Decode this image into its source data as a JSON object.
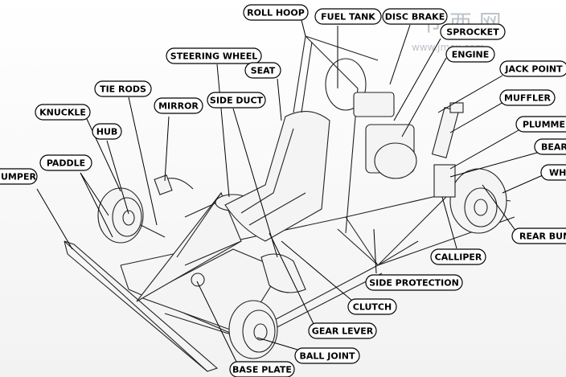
{
  "watermark": {
    "title": "节 西 网",
    "url": "www.jmox.com"
  },
  "labels": [
    {
      "id": "roll-hoop",
      "text": "ROLL HOOP"
    },
    {
      "id": "fuel-tank",
      "text": "FUEL TANK"
    },
    {
      "id": "disc-brake",
      "text": "DISC BRAKE"
    },
    {
      "id": "sprocket",
      "text": "SPROCKET"
    },
    {
      "id": "engine",
      "text": "ENGINE"
    },
    {
      "id": "steering-wheel",
      "text": "STEERING WHEEL"
    },
    {
      "id": "seat",
      "text": "SEAT"
    },
    {
      "id": "jack-point",
      "text": "JACK POINT"
    },
    {
      "id": "tie-rods",
      "text": "TIE RODS"
    },
    {
      "id": "mirror",
      "text": "MIRROR"
    },
    {
      "id": "side-duct",
      "text": "SIDE DUCT"
    },
    {
      "id": "muffler",
      "text": "MUFFLER"
    },
    {
      "id": "knuckle",
      "text": "KNUCKLE"
    },
    {
      "id": "hub",
      "text": "HUB"
    },
    {
      "id": "plummer",
      "text": "PLUMMER"
    },
    {
      "id": "bearing",
      "text": "BEAR"
    },
    {
      "id": "paddle",
      "text": "PADDLE"
    },
    {
      "id": "wheel",
      "text": "WH"
    },
    {
      "id": "front-bumper",
      "text": "UMPER"
    },
    {
      "id": "rear-bumper",
      "text": "REAR BUM"
    },
    {
      "id": "calliper",
      "text": "CALLIPER"
    },
    {
      "id": "side-protection",
      "text": "SIDE PROTECTION"
    },
    {
      "id": "clutch",
      "text": "CLUTCH"
    },
    {
      "id": "gear-lever",
      "text": "GEAR LEVER"
    },
    {
      "id": "ball-joint",
      "text": "BALL JOINT"
    },
    {
      "id": "base-plate",
      "text": "BASE PLATE"
    }
  ]
}
